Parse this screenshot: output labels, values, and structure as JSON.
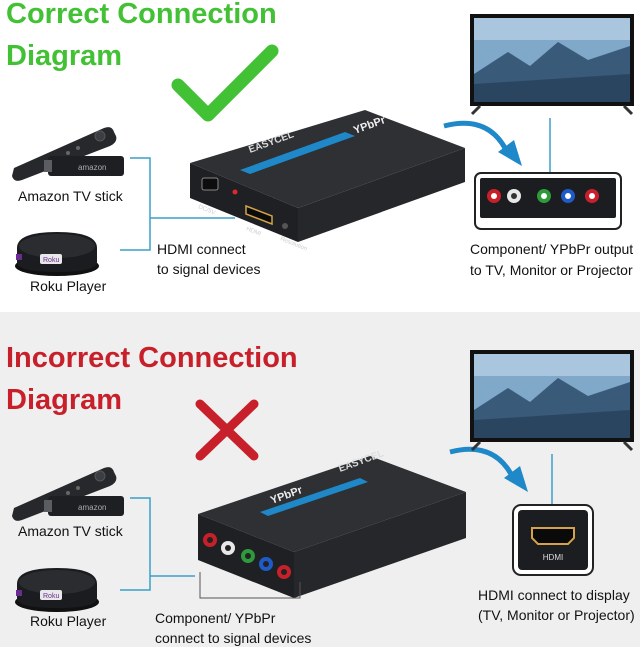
{
  "top": {
    "heading_line1": "Correct Connection",
    "heading_line2": "Diagram",
    "source1_label": "Amazon TV stick",
    "source2_label": "Roku Player",
    "input_line1": "HDMI connect",
    "input_line2": "to signal devices",
    "output_line1": "Component/ YPbPr output",
    "output_line2": "to TV, Monitor or Projector",
    "brand": "EASYCEL",
    "box_title": "YPbPr",
    "port_dc": "DC/5V",
    "port_hdmi": "HDMI",
    "port_resolution": "Resolution",
    "port_power": "Power",
    "stick_text": "amazon",
    "roku_text": "Roku"
  },
  "bottom": {
    "heading_line1": "Incorrect Connection",
    "heading_line2": "Diagram",
    "source1_label": "Amazon TV stick",
    "source2_label": "Roku Player",
    "input_line1": "Component/ YPbPr",
    "input_line2": "connect to signal devices",
    "output_line1": "HDMI connect to display",
    "output_line2": "(TV, Monitor or Projector)",
    "hdmi_port_label": "HDMI",
    "brand": "EASYCEL",
    "box_title": "YPbPr",
    "stick_text": "amazon",
    "roku_text": "Roku"
  },
  "colors": {
    "correct": "#43c135",
    "incorrect": "#c8202a",
    "connector_line": "#3aa0c8",
    "arrow": "#1e88c8",
    "device_body": "#2b2d30"
  },
  "icons": [
    "check-icon",
    "cross-icon",
    "arrow-icon",
    "tv-icon",
    "hdmi-port-icon",
    "component-ports-icon"
  ]
}
